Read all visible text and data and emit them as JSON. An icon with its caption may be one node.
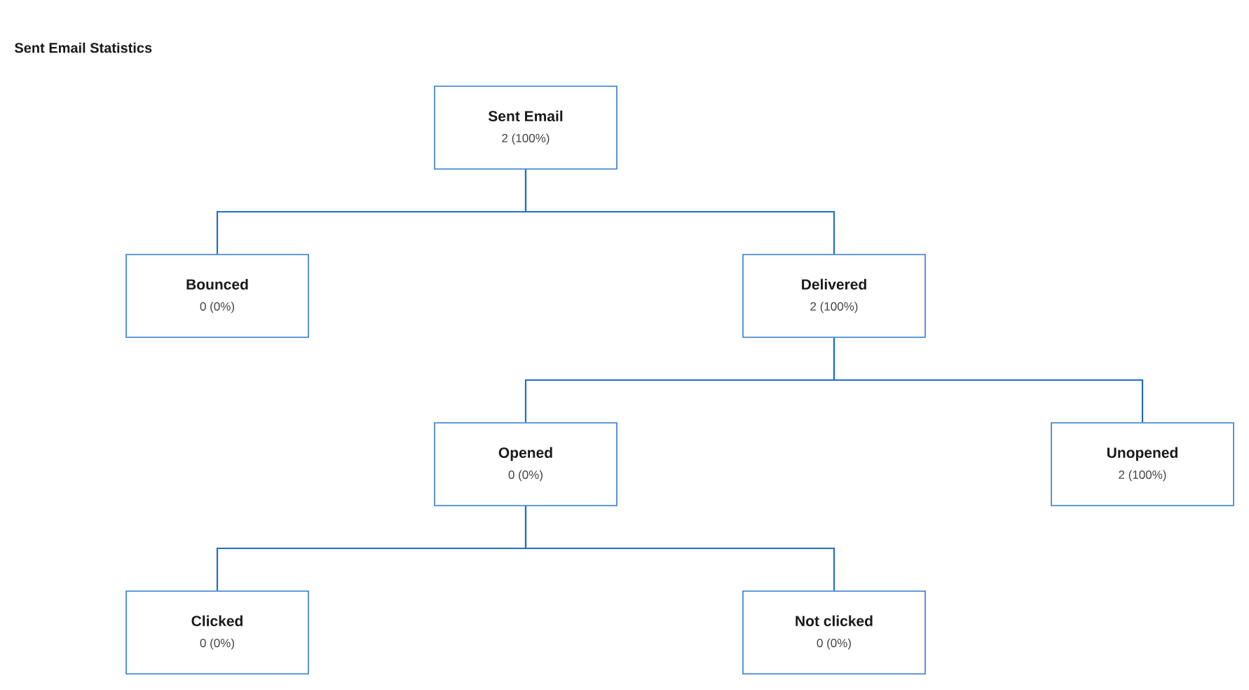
{
  "diagram": {
    "title": "Sent Email Statistics",
    "nodes": [
      {
        "text": [
          "Sent Email",
          "2 (100%)"
        ]
      },
      {
        "text": [
          "Bounced",
          "0 (0%)"
        ]
      },
      {
        "text": [
          "Delivered",
          "2 (100%)"
        ]
      },
      {
        "text": [
          "Opened",
          "0 (0%)"
        ]
      },
      {
        "text": [
          "Unopened",
          "2 (100%)"
        ]
      },
      {
        "text": [
          "Clicked",
          "0 (0%)"
        ]
      },
      {
        "text": [
          "Not clicked",
          "0 (0%)"
        ]
      }
    ],
    "edges": [
      {
        "from": 0,
        "to": 1,
        "arrow": "none"
      },
      {
        "from": 0,
        "to": 2,
        "arrow": "none"
      },
      {
        "from": 2,
        "to": 3,
        "arrow": "none"
      },
      {
        "from": 2,
        "to": 4,
        "arrow": "none"
      },
      {
        "from": 3,
        "to": 5,
        "arrow": "none"
      },
      {
        "from": 3,
        "to": 6,
        "arrow": "none"
      }
    ]
  }
}
